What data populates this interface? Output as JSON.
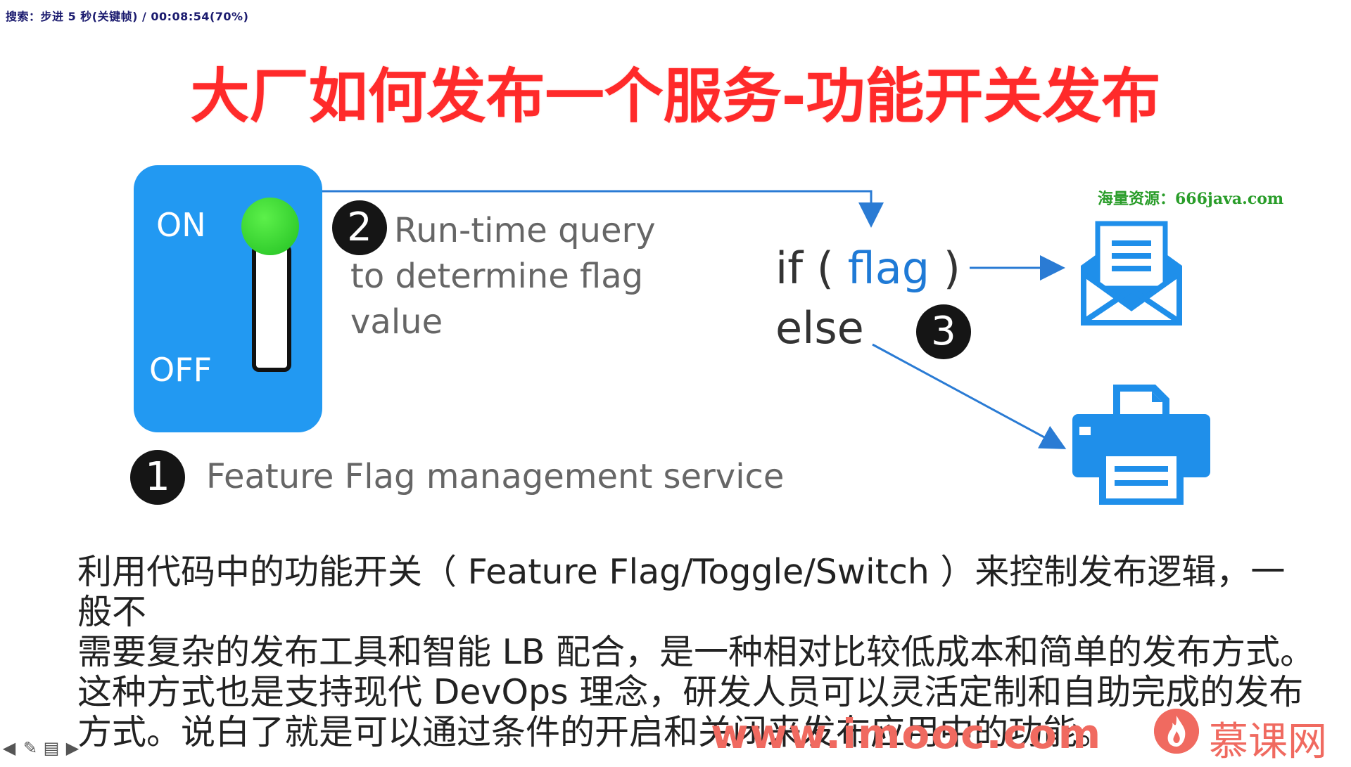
{
  "overlay": {
    "status_text": "搜索：步进 5 秒(关键帧) / 00:08:54(70%)"
  },
  "slide": {
    "title": "大厂如何发布一个服务-功能开关发布",
    "switch": {
      "on_label": "ON",
      "off_label": "OFF",
      "state": "on",
      "knob_color": "#33cc33",
      "panel_color": "#2299f2"
    },
    "steps": [
      {
        "number": "1",
        "text": "Feature Flag management service"
      },
      {
        "number": "2",
        "lines": [
          "Run-time query",
          "to determine flag",
          "value"
        ]
      },
      {
        "number": "3"
      }
    ],
    "code": {
      "if_prefix": "if ( ",
      "flag_word": "flag",
      "if_suffix": " )",
      "else_word": "else"
    },
    "icons": {
      "top": "envelope-icon",
      "bottom": "printer-icon"
    },
    "watermark": "海量资源：666java.com",
    "body": [
      "利用代码中的功能开关（ Feature Flag/Toggle/Switch ）来控制发布逻辑，一般不",
      "需要复杂的发布工具和智能 LB 配合，是一种相对比较低成本和简单的发布方式。",
      "这种方式也是支持现代 DevOps 理念，研发人员可以灵活定制和自助完成的发布",
      "方式。说白了就是可以通过条件的开启和关闭来发布应用中的功能。"
    ]
  },
  "branding": {
    "url": "www.imooc.com",
    "name": "慕课网",
    "color": "#f06a60"
  },
  "nav": {
    "icons": [
      "arrow-left-icon",
      "pen-icon",
      "menu-icon",
      "arrow-right-icon"
    ],
    "glyphs": [
      "◀",
      "✎",
      "▤",
      "▶"
    ]
  }
}
